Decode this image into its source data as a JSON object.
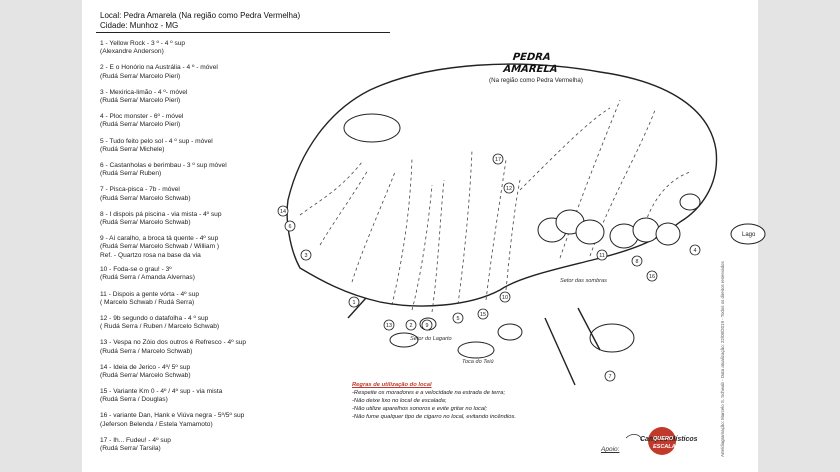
{
  "header": {
    "local": "Local: Pedra Amarela (Na região como Pedra Vermelha)",
    "cidade": "Cidade: Munhoz - MG"
  },
  "routes": [
    {
      "name": "1 - Yellow Rock - 3 º - 4 º sup",
      "setter": "(Alexandre Anderson)"
    },
    {
      "name": "2 - E o Honório na Austrália - 4 º - móvel",
      "setter": "(Rudá Serra/ Marcelo Pieri)"
    },
    {
      "name": "3 - Mexirica-limão - 4 º- móvel",
      "setter": "(Rudá Serra/ Marcelo Pieri)"
    },
    {
      "name": "4 - Ploc monster - 6º - móvel",
      "setter": "(Rudá Serra/ Marcelo Pieri)"
    },
    {
      "name": "5 - Tudo feito pelo sol - 4 º sup - móvel",
      "setter": "(Rudá Serra/ Michele)"
    },
    {
      "name": "6 - Castanholas e berimbau - 3 º sup móvel",
      "setter": "(Rudá Serra/ Ruben)"
    },
    {
      "name": "7 - Pisca-pisca - 7b - móvel",
      "setter": "(Rudá Serra/ Marcelo Schwab)"
    },
    {
      "name": "8 - I dispois pá piscina - via mista - 4º sup",
      "setter": "(Rudá Serra/ Marcelo Schwab)"
    },
    {
      "name": "9 - Aí caralho, a broca tá quente - 4º sup",
      "setter": "(Rudá Serra/ Marcelo Schwab / William )",
      "ref": "Ref. - Quartzo rosa na base da via"
    },
    {
      "name": "10 - Foda-se o grau! - 3º",
      "setter": "(Rudá Serra / Amanda Alvernas)"
    },
    {
      "name": "11 - Dispois a gente vórta - 4º sup",
      "setter": "( Marcelo Schwab / Rudá Serra)"
    },
    {
      "name": "12 - 9b segundo o datafolha - 4 º sup",
      "setter": "( Rudá Serra / Ruben / Marcelo Schwab)"
    },
    {
      "name": "13 - Vespa no Zóio dos outros é Refresco - 4º sup",
      "setter": "(Rudá Serra / Marcelo Schwab)"
    },
    {
      "name": "14 - Ideia de Jerico - 4º/ 5º sup",
      "setter": "(Rudá Serra/ Marcelo Schwab)"
    },
    {
      "name": "15 - Variante Km 0 - 4º / 4º sup - via mista",
      "setter": "(Rudá Serra / Douglas)"
    },
    {
      "name": "16 - variante Dan, Hank e Viúva negra - 5º/5º sup",
      "setter": "(Jeferson Belenda / Estela Yamamoto)"
    },
    {
      "name": "17 - Ih... Fudeu! - 4º sup",
      "setter": "(Rudá Serra/ Tarsila)"
    }
  ],
  "map": {
    "title_line1": "PEDRA",
    "title_line2": "AMARELA",
    "subtitle": "(Na região como Pedra Vermelha)",
    "labels": {
      "lago": "Lago",
      "setor_lagarto": "Setor do Lagarto",
      "setor_sombras": "Setor das sombras",
      "toca_teiu": "Toca do Teiú"
    },
    "markers": [
      "1",
      "2",
      "3",
      "4",
      "5",
      "6",
      "7",
      "8",
      "9",
      "10",
      "11",
      "12",
      "13",
      "14",
      "15",
      "16",
      "17"
    ]
  },
  "rules": {
    "title": "Regras de utilização do local",
    "items": [
      "-Respeite os moradores e a velocidade na estrada de terra;",
      "-Não deixe lixo no local de escalada;",
      "-Não utilize aparelhos sonoros e evite gritar no local;",
      "-Não fume qualquer tipo de cigarro no local, evitando incêndios."
    ]
  },
  "footer": {
    "apoio": "Apoio:",
    "sponsor": "Campos Místicos",
    "brand_line1": "QUERO",
    "brand_line2": "ESCALAR",
    "side_text": "Arte/diagramação: Marcelo S. Schwab - Data atualização: 22/08/2019 - Todos os direitos reservados"
  }
}
